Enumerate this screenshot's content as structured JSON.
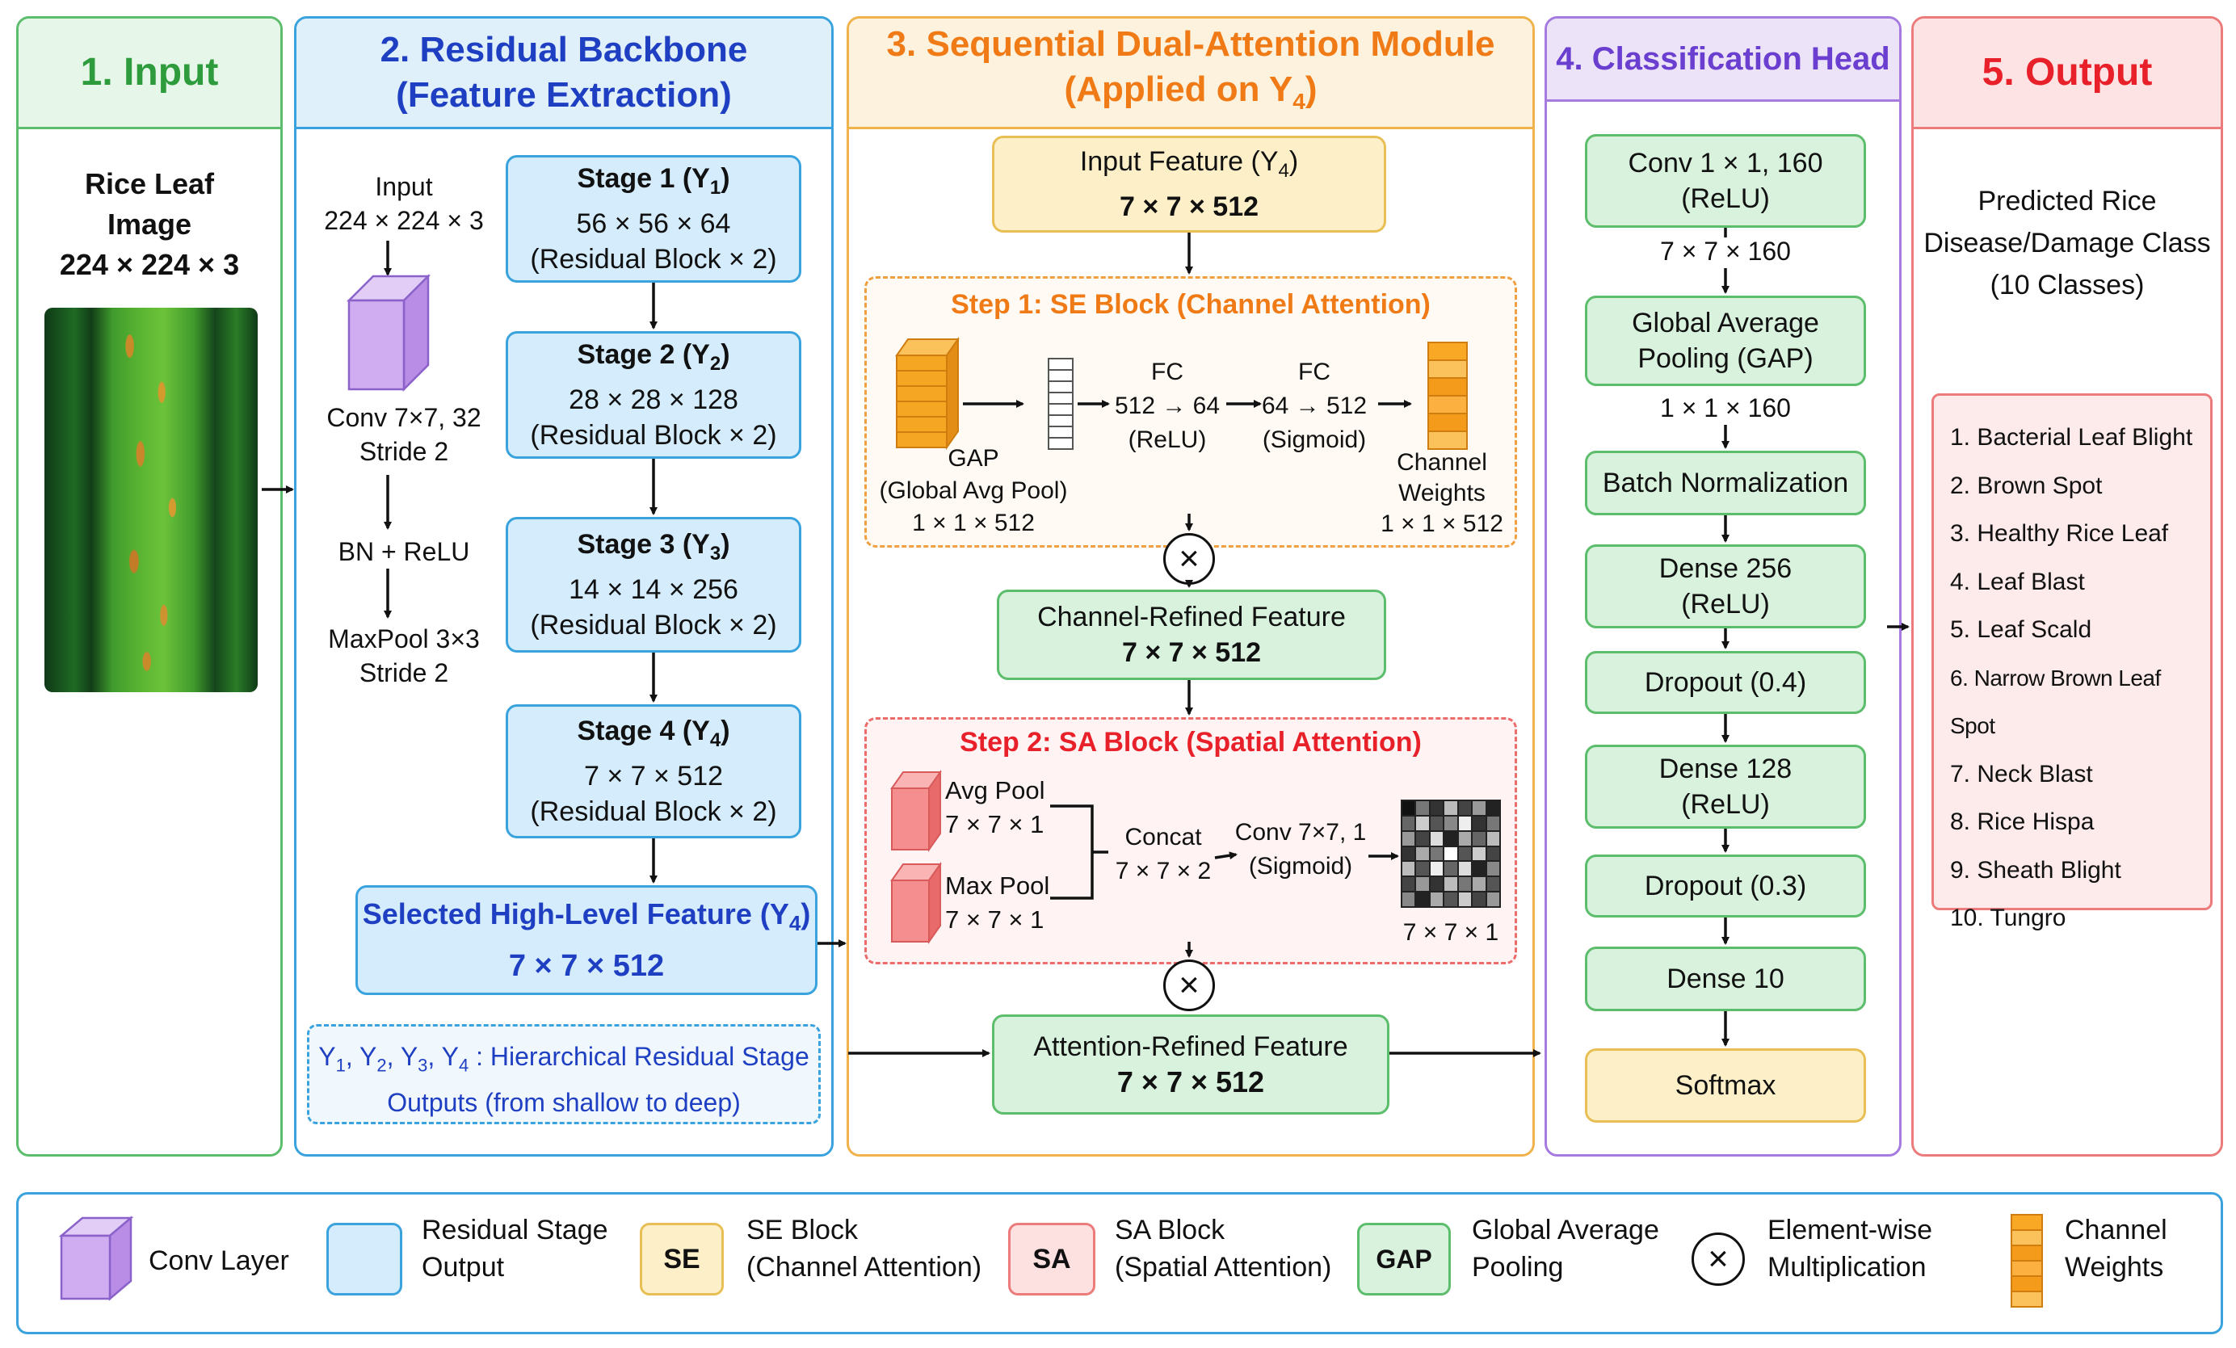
{
  "colors": {
    "green": "#2e9c3c",
    "blue": "#1f3fc2",
    "orange": "#f07b16",
    "purple": "#6a3fd0",
    "red": "#e8202a"
  },
  "panel1": {
    "title": "1. Input",
    "image_label": [
      "Rice Leaf",
      "Image",
      "224 × 224 × 3"
    ]
  },
  "panel2": {
    "title": "2. Residual Backbone",
    "subtitle": "(Feature Extraction)",
    "input_label": [
      "Input",
      "224 × 224 × 3"
    ],
    "conv_label": [
      "Conv 7×7, 32",
      "Stride 2"
    ],
    "bn_label": "BN + ReLU",
    "pool_label": [
      "MaxPool 3×3",
      "Stride 2"
    ],
    "stages": [
      {
        "name": "Stage 1 (Y",
        "sub": "1",
        "suffix": ")",
        "dims": "56 × 56 × 64",
        "note": "(Residual Block × 2)"
      },
      {
        "name": "Stage 2 (Y",
        "sub": "2",
        "suffix": ")",
        "dims": "28 × 28 × 128",
        "note": "(Residual Block × 2)"
      },
      {
        "name": "Stage 3 (Y",
        "sub": "3",
        "suffix": ")",
        "dims": "14 × 14 × 256",
        "note": "(Residual Block × 2)"
      },
      {
        "name": "Stage 4 (Y",
        "sub": "4",
        "suffix": ")",
        "dims": "7 × 7 × 512",
        "note": "(Residual Block × 2)"
      }
    ],
    "selected": {
      "name": "Selected High-Level Feature (Y",
      "sub": "4",
      "suffix": ")",
      "dims": "7 × 7 × 512"
    },
    "note_line1_prefix": "Y",
    "note_line1_rest": " : Hierarchical Residual Stage",
    "note_subs": [
      "1",
      "2",
      "3",
      "4"
    ],
    "note_line2": "Outputs (from shallow to deep)"
  },
  "panel3": {
    "title": "3. Sequential Dual-Attention Module",
    "subtitle_prefix": "(Applied on Y",
    "subtitle_sub": "4",
    "subtitle_suffix": ")",
    "input": {
      "name": "Input Feature (Y",
      "sub": "4",
      "suffix": ")",
      "dims": "7 × 7 × 512"
    },
    "se": {
      "title": "Step 1: SE Block (Channel Attention)",
      "gap": [
        "GAP",
        "(Global Avg Pool)",
        "1 × 1 × 512"
      ],
      "fc1": [
        "FC",
        "512 → 64",
        "(ReLU)"
      ],
      "fc2": [
        "FC",
        "64 → 512",
        "(Sigmoid)"
      ],
      "weights": [
        "Channel",
        "Weights",
        "1 × 1 × 512"
      ]
    },
    "channel_refined": {
      "name": "Channel-Refined Feature",
      "dims": "7 × 7 × 512"
    },
    "sa": {
      "title": "Step 2: SA Block (Spatial Attention)",
      "avg": [
        "Avg Pool",
        "7 × 7 × 1"
      ],
      "max": [
        "Max Pool",
        "7 × 7 × 1"
      ],
      "concat": [
        "Concat",
        "7 × 7 × 2"
      ],
      "conv": [
        "Conv 7×7, 1",
        "(Sigmoid)"
      ],
      "map": "7 × 7 × 1"
    },
    "attention_refined": {
      "name": "Attention-Refined Feature",
      "dims": "7 × 7 × 512"
    },
    "multiply_symbol": "×"
  },
  "panel4": {
    "title": "4. Classification Head",
    "layers": [
      {
        "l1": "Conv 1 × 1, 160",
        "l2": "(ReLU)"
      },
      {
        "l1": "Global Average",
        "l2": "Pooling (GAP)"
      },
      {
        "l1": "Batch Normalization",
        "l2": ""
      },
      {
        "l1": "Dense 256",
        "l2": "(ReLU)"
      },
      {
        "l1": "Dropout (0.4)",
        "l2": ""
      },
      {
        "l1": "Dense 128",
        "l2": "(ReLU)"
      },
      {
        "l1": "Dropout (0.3)",
        "l2": ""
      },
      {
        "l1": "Dense 10",
        "l2": ""
      },
      {
        "l1": "Softmax",
        "l2": ""
      }
    ],
    "dims": [
      "7 × 7 × 160",
      "1 × 1 × 160"
    ]
  },
  "panel5": {
    "title": "5. Output",
    "heading": [
      "Predicted Rice",
      "Disease/Damage Class",
      "(10 Classes)"
    ],
    "classes": [
      "1.  Bacterial Leaf Blight",
      "2.  Brown Spot",
      "3.  Healthy Rice Leaf",
      "4.  Leaf Blast",
      "5.  Leaf Scald",
      "6.  Narrow Brown Leaf Spot",
      "7.  Neck Blast",
      "8.  Rice Hispa",
      "9.  Sheath Blight",
      "10. Tungro"
    ]
  },
  "legend": {
    "conv": "Conv Layer",
    "residual": [
      "Residual Stage",
      "Output"
    ],
    "se_badge": "SE",
    "se": [
      "SE Block",
      "(Channel Attention)"
    ],
    "sa_badge": "SA",
    "sa": [
      "SA Block",
      "(Spatial Attention)"
    ],
    "gap_badge": "GAP",
    "gap": [
      "Global Average",
      "Pooling"
    ],
    "mult_symbol": "×",
    "mult": [
      "Element-wise",
      "Multiplication"
    ],
    "weights": [
      "Channel",
      "Weights"
    ]
  }
}
